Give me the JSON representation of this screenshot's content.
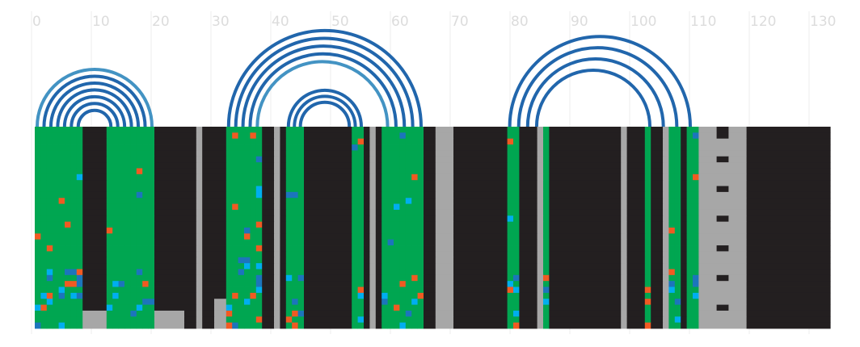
{
  "chart_data": {
    "type": "heatmap",
    "title": "",
    "xlabel": "",
    "ylabel": "",
    "xlim": [
      0,
      133
    ],
    "xticks": [
      0,
      10,
      20,
      30,
      40,
      50,
      60,
      70,
      80,
      90,
      100,
      110,
      120,
      130
    ],
    "grid": "vertical",
    "colors": {
      "background_cells": "#231f20",
      "gap": "#a7a7a7",
      "paired": "#00a651",
      "mismatch_orange": "#f15a22",
      "mismatch_blue": "#1c75bc",
      "mismatch_cyan": "#00aeef",
      "arc_dark": "#2166ac",
      "arc_light": "#4393c3"
    },
    "arc_groups": [
      {
        "left": [
          0,
          8
        ],
        "right": [
          12,
          20
        ],
        "count": 7
      },
      {
        "left": [
          32,
          38
        ],
        "right": [
          58,
          65
        ],
        "count": 5
      },
      {
        "left": [
          42,
          45
        ],
        "right": [
          52,
          55
        ],
        "count": 3
      },
      {
        "left": [
          79,
          85
        ],
        "right": [
          101,
          110
        ],
        "count": 4
      }
    ],
    "paired_columns": [
      [
        0,
        8
      ],
      [
        12,
        20
      ],
      [
        32,
        38
      ],
      [
        42,
        45
      ],
      [
        53,
        55
      ],
      [
        58,
        65
      ],
      [
        79,
        81
      ],
      [
        85,
        86
      ],
      [
        102,
        103
      ],
      [
        106,
        108
      ],
      [
        109,
        111
      ]
    ],
    "n_sequences": 34
  }
}
